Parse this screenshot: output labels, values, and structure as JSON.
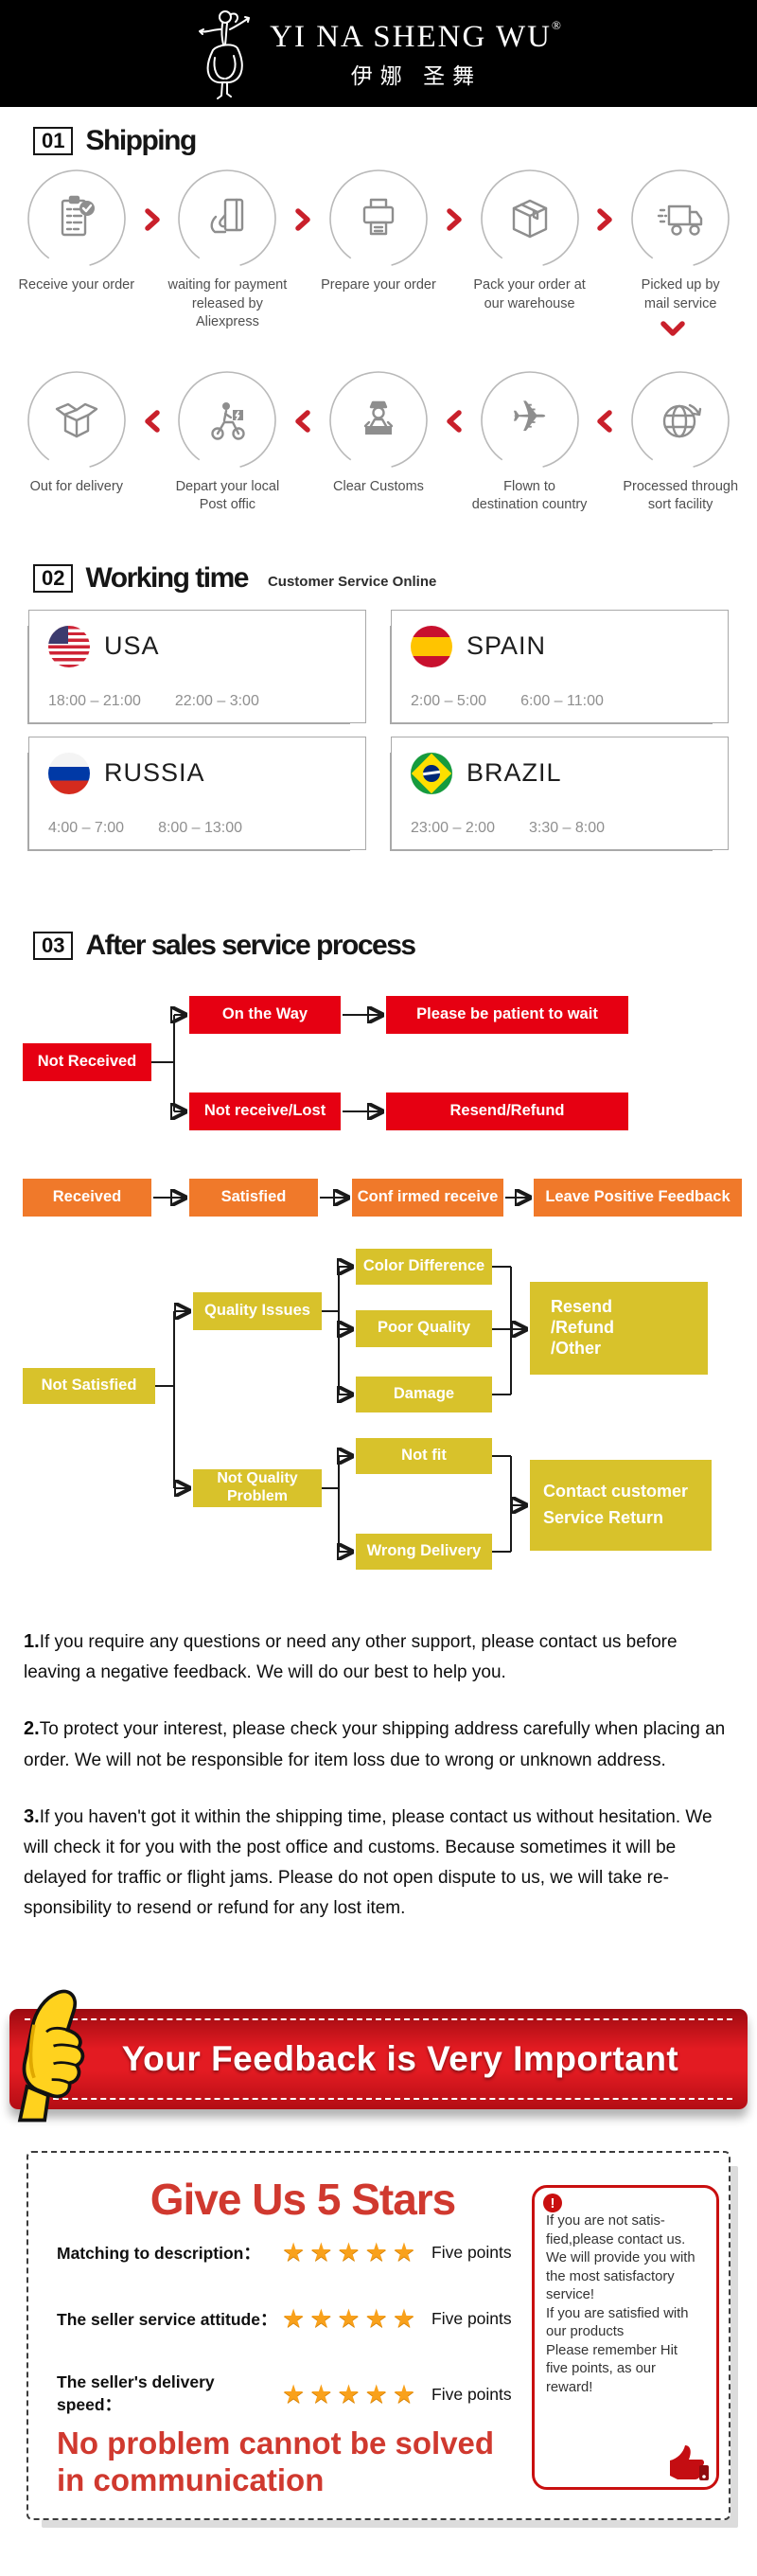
{
  "header": {
    "brand": "YI NA SHENG WU",
    "reg": "®",
    "brand_cn": "伊娜 圣舞"
  },
  "shipping": {
    "num": "01",
    "title": "Shipping",
    "row1": [
      {
        "icon": "clipboard-check-icon",
        "label": "Receive your order"
      },
      {
        "icon": "payment-card-icon",
        "label": "waiting for payment\nreleased by Aliexpress"
      },
      {
        "icon": "printer-icon",
        "label": "Prepare your order"
      },
      {
        "icon": "package-box-icon",
        "label": "Pack your order at\nour warehouse"
      },
      {
        "icon": "mail-truck-icon",
        "label": "Picked up by\nmail service"
      }
    ],
    "row2": [
      {
        "icon": "open-box-icon",
        "label": "Out for delivery"
      },
      {
        "icon": "courier-scooter-icon",
        "label": "Depart your local\nPost offic"
      },
      {
        "icon": "customs-officer-icon",
        "label": "Clear Customs"
      },
      {
        "icon": "airplane-icon",
        "label": "Flown to\ndestination country"
      },
      {
        "icon": "globe-icon",
        "label": "Processed through\nsort facility"
      }
    ]
  },
  "working": {
    "num": "02",
    "title": "Working time",
    "subtitle": "Customer Service Online",
    "cards": [
      {
        "country": "USA",
        "flag": "usa",
        "time1": "18:00 – 21:00",
        "time2": "22:00 – 3:00"
      },
      {
        "country": "SPAIN",
        "flag": "spain",
        "time1": "2:00 – 5:00",
        "time2": "6:00 – 11:00"
      },
      {
        "country": "RUSSIA",
        "flag": "russia",
        "time1": "4:00 – 7:00",
        "time2": "8:00 – 13:00"
      },
      {
        "country": "BRAZIL",
        "flag": "brazil",
        "time1": "23:00 – 2:00",
        "time2": "3:30 – 8:00"
      }
    ]
  },
  "aftersales": {
    "num": "03",
    "title": "After sales service process",
    "flow": {
      "not_received": "Not Received",
      "on_the_way": "On the Way",
      "be_patient": "Please be patient to wait",
      "not_receive_lost": "Not receive/Lost",
      "resend_refund": "Resend/Refund",
      "received": "Received",
      "satisfied": "Satisfied",
      "confirmed_receive": "Conf irmed receive",
      "leave_feedback": "Leave Positive Feedback",
      "not_satisfied": "Not Satisfied",
      "quality_issues": "Quality Issues",
      "color_difference": "Color Difference",
      "poor_quality": "Poor Quality",
      "damage": "Damage",
      "resend_refund_other": "Resend\n/Refund\n/Other",
      "not_quality_problem": "Not Quality\nProblem",
      "not_fit": "Not fit",
      "wrong_delivery": "Wrong Delivery",
      "contact_customer": "Contact customer\nService Return"
    }
  },
  "notes": [
    {
      "num": "1.",
      "text": "If you require any questions or need any other support, please contact us before leaving a negative feedback. We will do our best to help you."
    },
    {
      "num": "2.",
      "text": "To protect your interest, please check your shipping address carefully when placing an order. We will not be responsible for item loss due to wrong or unknown address."
    },
    {
      "num": "3.",
      "text": "If you haven't got it within the shipping time, please contact us without hesitation. We will check it for you with the post office and customs. Because sometimes it will be delayed for traffic or flight jams. Please do not open dispute to us, we will take re-sponsibility to resend or refund for any lost item."
    }
  ],
  "banner": {
    "text": "Your Feedback is Very Important"
  },
  "feedback": {
    "title": "Give Us 5 Stars",
    "rows": [
      {
        "label": "Matching to description："
      },
      {
        "label": "The seller service attitude："
      },
      {
        "label": "The seller's delivery speed："
      }
    ],
    "stars": "★★★★★",
    "five_points": "Five points",
    "slogan": "No problem cannot be solved\nin communication",
    "excl": "!",
    "note": "If you are not satis-\nfied,please contact us.\nWe will provide you with\nthe most satisfactory\nservice!\nIf you are satisfied with\nour products\nPlease remember Hit\nfive points, as our\nreward!"
  },
  "colors": {
    "red": "#e60012",
    "orange": "#f0792a",
    "yellow": "#d8c22b",
    "banner_red": "#e31b22",
    "accent_red": "#d0392f",
    "star_orange": "#f9a11b"
  }
}
